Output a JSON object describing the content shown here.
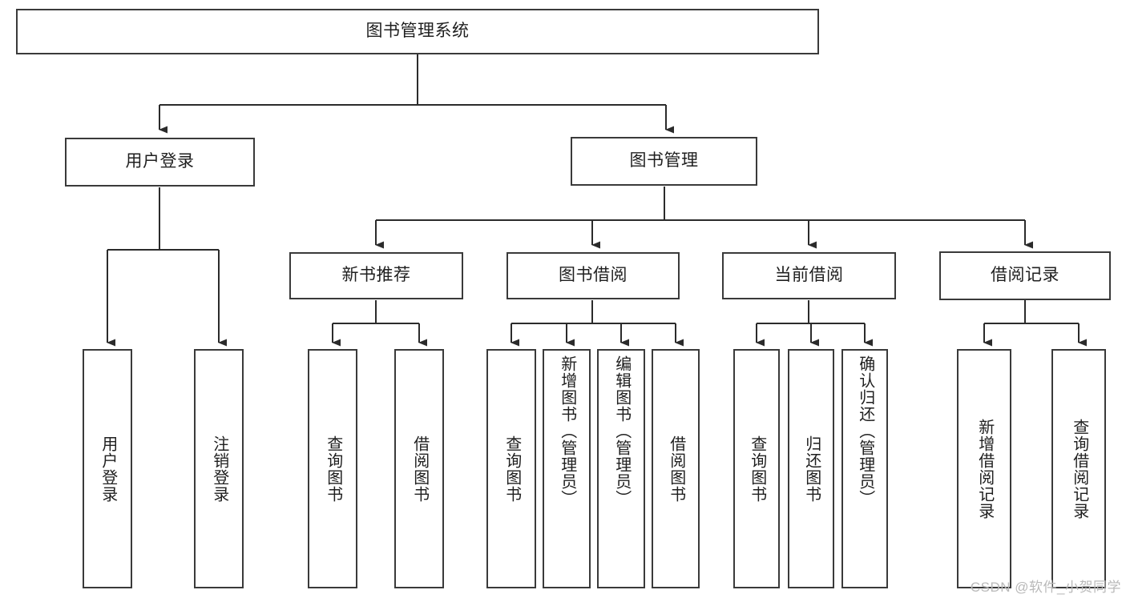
{
  "diagram": {
    "type": "tree",
    "title": "图书管理系统",
    "orientation": "top-down",
    "colors": {
      "box_border": "#3a3a3a",
      "box_fill": "#ffffff",
      "edge": "#2b2b2b",
      "text": "#1f1f1f",
      "watermark": "#b9b9b9",
      "background": "#ffffff"
    },
    "watermark": "CSDN @软件_小贺同学",
    "levels": [
      {
        "level": 0,
        "nodes": [
          {
            "id": "root",
            "label": "图书管理系统",
            "orientation": "horizontal"
          }
        ]
      },
      {
        "level": 1,
        "nodes": [
          {
            "id": "login",
            "label": "用户登录",
            "orientation": "horizontal",
            "parent": "root"
          },
          {
            "id": "bookmgmt",
            "label": "图书管理",
            "orientation": "horizontal",
            "parent": "root"
          }
        ]
      },
      {
        "level": 2,
        "nodes": [
          {
            "id": "newbook",
            "label": "新书推荐",
            "orientation": "horizontal",
            "parent": "bookmgmt"
          },
          {
            "id": "borrow",
            "label": "图书借阅",
            "orientation": "horizontal",
            "parent": "bookmgmt"
          },
          {
            "id": "current",
            "label": "当前借阅",
            "orientation": "horizontal",
            "parent": "bookmgmt"
          },
          {
            "id": "records",
            "label": "借阅记录",
            "orientation": "horizontal",
            "parent": "bookmgmt"
          }
        ]
      },
      {
        "level": 3,
        "nodes": [
          {
            "id": "leaf-user-login",
            "label": "用户登录",
            "orientation": "vertical",
            "parent": "login"
          },
          {
            "id": "leaf-user-logout",
            "label": "注销登录",
            "orientation": "vertical",
            "parent": "login"
          },
          {
            "id": "leaf-nb-query",
            "label": "查询图书",
            "orientation": "vertical",
            "parent": "newbook"
          },
          {
            "id": "leaf-nb-borrow",
            "label": "借阅图书",
            "orientation": "vertical",
            "parent": "newbook"
          },
          {
            "id": "leaf-bw-query",
            "label": "查询图书",
            "orientation": "vertical",
            "parent": "borrow"
          },
          {
            "id": "leaf-bw-add",
            "label": "新增图书（管理员）",
            "orientation": "vertical",
            "parent": "borrow"
          },
          {
            "id": "leaf-bw-edit",
            "label": "编辑图书（管理员）",
            "orientation": "vertical",
            "parent": "borrow"
          },
          {
            "id": "leaf-bw-borrow",
            "label": "借阅图书",
            "orientation": "vertical",
            "parent": "borrow"
          },
          {
            "id": "leaf-cur-query",
            "label": "查询图书",
            "orientation": "vertical",
            "parent": "current"
          },
          {
            "id": "leaf-cur-return",
            "label": "归还图书",
            "orientation": "vertical",
            "parent": "current"
          },
          {
            "id": "leaf-cur-confirm",
            "label": "确认归还（管理员）",
            "orientation": "vertical",
            "parent": "current"
          },
          {
            "id": "leaf-rec-add",
            "label": "新增借阅记录",
            "orientation": "vertical",
            "parent": "records"
          },
          {
            "id": "leaf-rec-query",
            "label": "查询借阅记录",
            "orientation": "vertical",
            "parent": "records"
          }
        ]
      }
    ]
  }
}
